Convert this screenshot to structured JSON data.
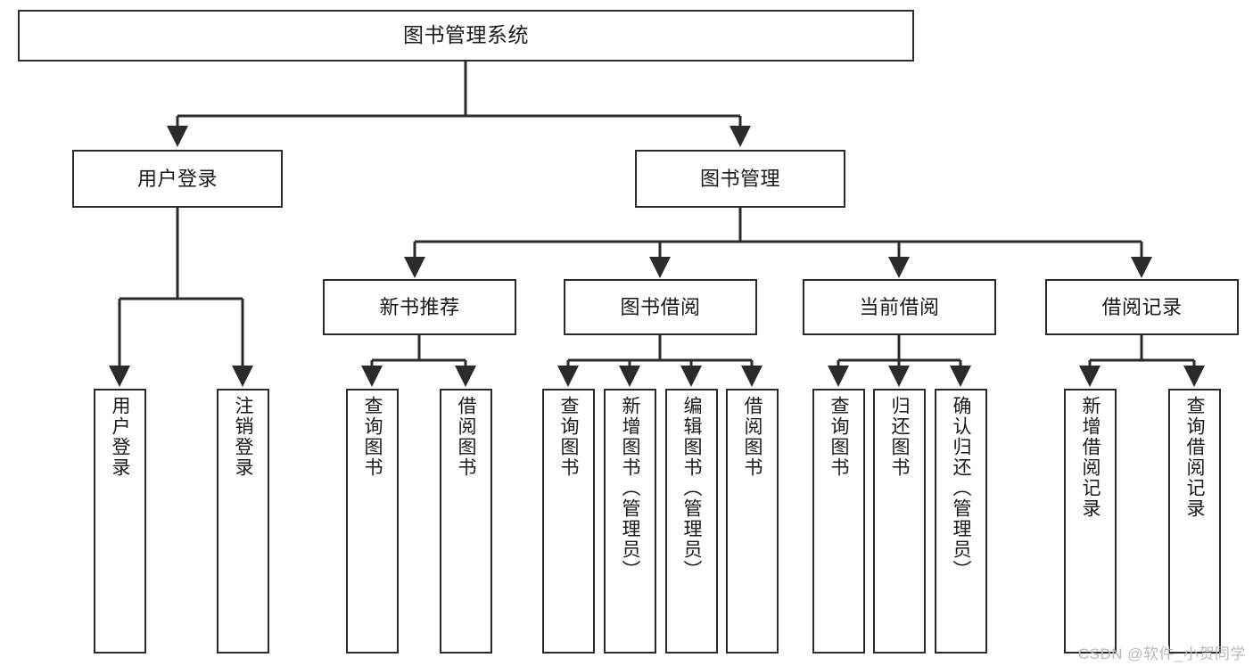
{
  "diagram": {
    "title": "图书管理系统",
    "watermark": "CSDN @软件_小贺同学",
    "stroke_color": "#2b2b2b",
    "background_color": "#ffffff",
    "type": "tree-hierarchy-diagram",
    "levels": 4,
    "nodes": {
      "root": {
        "label": "图书管理系统"
      },
      "l1": [
        {
          "label": "用户登录"
        },
        {
          "label": "图书管理"
        }
      ],
      "l2": [
        {
          "label": "新书推荐"
        },
        {
          "label": "图书借阅"
        },
        {
          "label": "当前借阅"
        },
        {
          "label": "借阅记录"
        }
      ],
      "leaves_user_login": [
        {
          "label": "用户登录"
        },
        {
          "label": "注销登录"
        }
      ],
      "leaves_new_books": [
        {
          "label": "查询图书"
        },
        {
          "label": "借阅图书"
        }
      ],
      "leaves_borrow": [
        {
          "label": "查询图书"
        },
        {
          "label": "新增图书（管理员）"
        },
        {
          "label": "编辑图书（管理员）"
        },
        {
          "label": "借阅图书"
        }
      ],
      "leaves_current": [
        {
          "label": "查询图书"
        },
        {
          "label": "归还图书"
        },
        {
          "label": "确认归还（管理员）"
        }
      ],
      "leaves_records": [
        {
          "label": "新增借阅记录"
        },
        {
          "label": "查询借阅记录"
        }
      ]
    }
  }
}
